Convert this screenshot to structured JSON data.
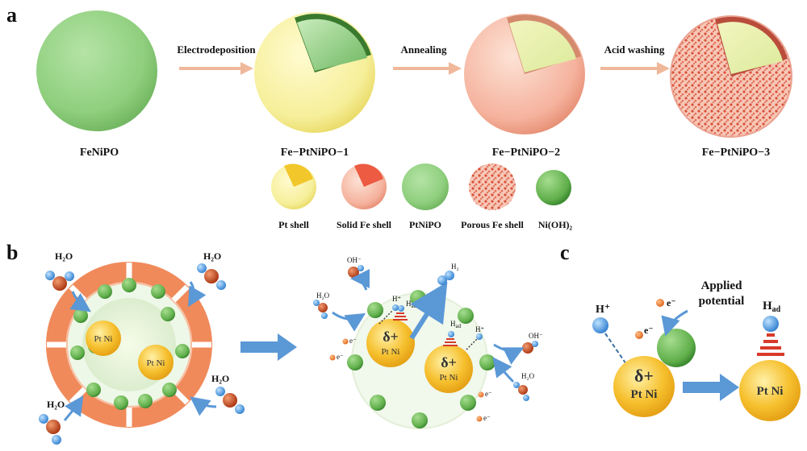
{
  "panels": {
    "a": "a",
    "b": "b",
    "c": "c"
  },
  "panel_a": {
    "stages": [
      "FeNiPO",
      "Fe−PtNiPO−1",
      "Fe−PtNiPO−2",
      "Fe−PtNiPO−3"
    ],
    "steps": [
      "Electrodeposition",
      "Annealing",
      "Acid washing"
    ],
    "legend": [
      "Pt shell",
      "Solid Fe shell",
      "PtNiPO",
      "Porous Fe shell",
      "Ni(OH)₂"
    ]
  },
  "panel_b": {
    "water": "H₂O",
    "ptni": "Pt Ni",
    "delta": "δ+",
    "h2": "H₂",
    "oh": "OH⁻",
    "hplus": "H⁺",
    "had": "H",
    "ad": "ad",
    "electron": "e⁻"
  },
  "panel_c": {
    "applied_potential_line1": "Applied",
    "applied_potential_line2": "potential",
    "hplus": "H⁺",
    "electron": "e⁻",
    "delta": "δ+",
    "ptni": "Pt Ni",
    "had": "H",
    "ad": "ad"
  },
  "colors": {
    "green_sphere": "#8fcf7e",
    "pt_shell": "#f5ef9a",
    "fe_shell": "#f2a08c",
    "ptni_core": "#f3b21f",
    "water_o": "#c6441b",
    "water_h": "#4c9fe0",
    "arrow": "#5b98d6",
    "process_arrow": "#f0b89a"
  }
}
